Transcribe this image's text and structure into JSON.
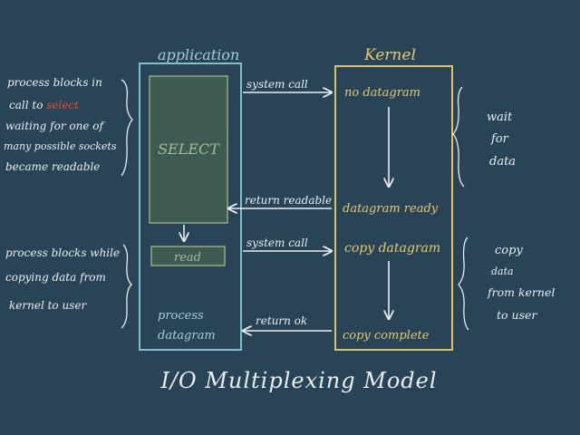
{
  "headers": {
    "application": "application",
    "kernel": "Kernel"
  },
  "left_notes": {
    "note1": [
      "process blocks in",
      "call to ",
      "waiting for one of",
      "many possible sockets",
      "became readable"
    ],
    "note1_select_word": "select",
    "note2": [
      "process blocks while",
      "copying data from",
      "kernel to user"
    ]
  },
  "right_notes": {
    "note1": [
      "wait",
      "for",
      "data"
    ],
    "note2": [
      "copy",
      "data",
      "from kernel",
      "to user"
    ]
  },
  "app_boxes": {
    "select": "SELECT",
    "read": "read",
    "process": [
      "process",
      "datagram"
    ]
  },
  "arrows": {
    "system_call_1": "system call",
    "return_readable": "return readable",
    "system_call_2": "system call",
    "return_ok": "return ok"
  },
  "kernel_steps": {
    "no_datagram": "no datagram",
    "datagram_ready": "datagram ready",
    "copy_datagram": "copy datagram",
    "copy_complete": "copy complete"
  },
  "title": "I/O Multiplexing Model",
  "colors": {
    "background": "#2a4457",
    "app_border": "#7fbfd2",
    "kernel_border": "#dcc06a",
    "kernel_text": "#e5c873",
    "app_text": "#9fcfdc",
    "select_fill": "#3d5b52",
    "select_border": "#9aa77a",
    "chalk": "#e9eef0",
    "select_word": "#e0542e"
  }
}
